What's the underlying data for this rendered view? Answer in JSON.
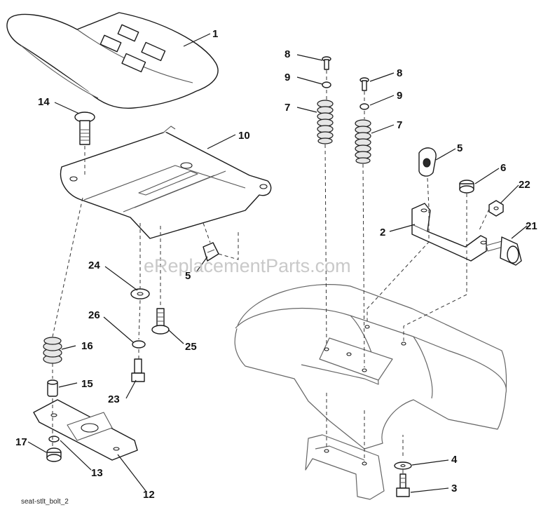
{
  "watermark": "eReplacementParts.com",
  "caption": "seat-stlt_bolt_2",
  "callouts": {
    "c1": "1",
    "c2": "2",
    "c3": "3",
    "c4": "4",
    "c5a": "5",
    "c5b": "5",
    "c6": "6",
    "c7a": "7",
    "c7b": "7",
    "c8a": "8",
    "c8b": "8",
    "c9a": "9",
    "c9b": "9",
    "c10": "10",
    "c12": "12",
    "c13": "13",
    "c14": "14",
    "c15": "15",
    "c16": "16",
    "c17": "17",
    "c21": "21",
    "c22": "22",
    "c23": "23",
    "c24": "24",
    "c25": "25",
    "c26": "26"
  }
}
